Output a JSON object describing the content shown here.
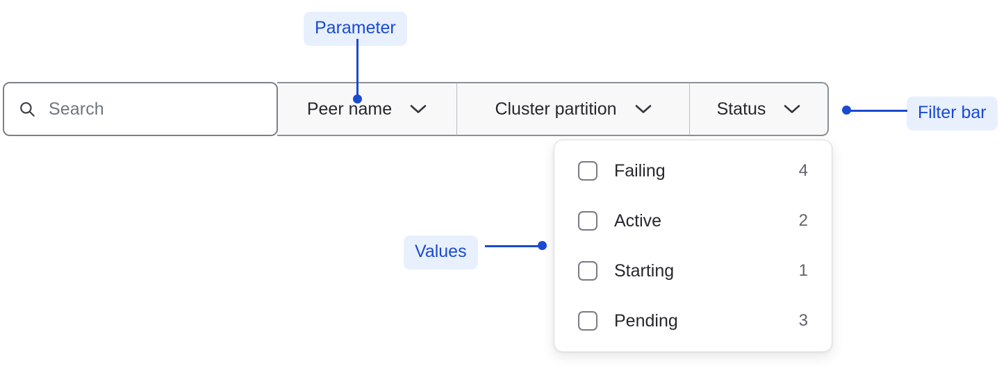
{
  "search": {
    "icon": "search-icon",
    "placeholder": "Search",
    "value": ""
  },
  "filter_bar": {
    "segments": [
      {
        "label": "Peer name",
        "icon": "chevron-down-icon"
      },
      {
        "label": "Cluster partition",
        "icon": "chevron-down-icon"
      },
      {
        "label": "Status",
        "icon": "chevron-down-icon"
      }
    ]
  },
  "dropdown": {
    "open_for": "Status",
    "options": [
      {
        "label": "Failing",
        "count": "4",
        "checked": false
      },
      {
        "label": "Active",
        "count": "2",
        "checked": false
      },
      {
        "label": "Starting",
        "count": "1",
        "checked": false
      },
      {
        "label": "Pending",
        "count": "3",
        "checked": false
      }
    ]
  },
  "annotations": [
    {
      "label": "Parameter",
      "target": "peer-name-segment"
    },
    {
      "label": "Filter bar",
      "target": "filter-bar"
    },
    {
      "label": "Values",
      "target": "dropdown-options"
    }
  ],
  "colors": {
    "accent": "#1a4ad0",
    "annotation_bg": "#e8f0fe",
    "segment_bg": "#f8f8f9",
    "border": "#8b8f9a",
    "text": "#25272c",
    "muted_text": "#5f636c",
    "placeholder": "#70757e"
  }
}
